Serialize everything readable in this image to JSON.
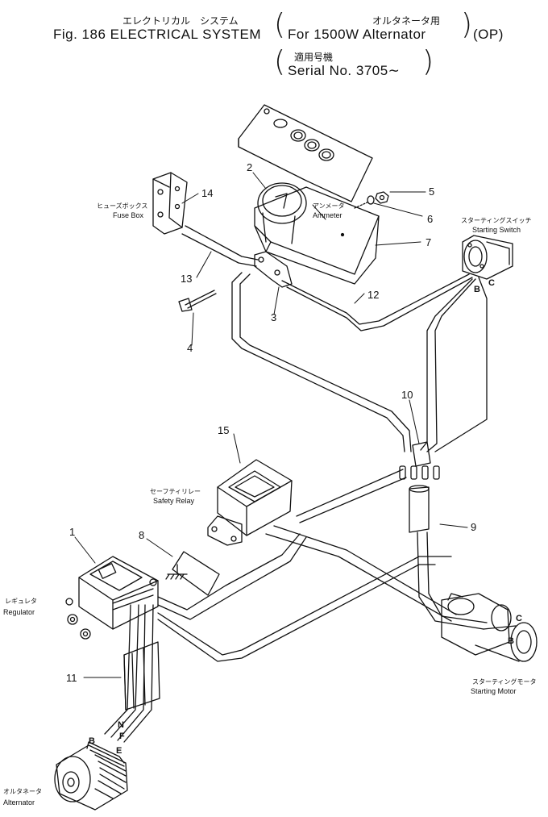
{
  "header": {
    "jp_title": "エレクトリカル　システム",
    "title": "Fig. 186 ELECTRICAL SYSTEM",
    "jp_option": "オルタネータ用",
    "option": "For 1500W Alternator",
    "op": "(OP)",
    "jp_serial": "適用号機",
    "serial": "Serial No. 3705∼"
  },
  "parts": {
    "p1": "1",
    "p2": "2",
    "p3": "3",
    "p4": "4",
    "p5": "5",
    "p6": "6",
    "p7": "7",
    "p8": "8",
    "p9": "9",
    "p10": "10",
    "p11": "11",
    "p12": "12",
    "p13": "13",
    "p14": "14",
    "p15": "15"
  },
  "labels": {
    "fuse_box_jp": "ヒューズボックス",
    "fuse_box": "Fuse Box",
    "ammeter_jp": "アンメータ",
    "ammeter": "Ammeter",
    "starting_switch_jp": "スターティングスイッチ",
    "starting_switch": "Starting Switch",
    "safety_relay_jp": "セーフティリレー",
    "safety_relay": "Safety Relay",
    "regulator_jp": "レギュレタ",
    "regulator": "Regulator",
    "starting_motor_jp": "スターティングモータ",
    "starting_motor": "Starting Motor",
    "alternator_jp": "オルタネータ",
    "alternator": "Alternator"
  },
  "terminals": {
    "switch_b": "B",
    "switch_c": "C",
    "motor_c": "C",
    "motor_b": "B",
    "alt_b": "B",
    "alt_n": "N",
    "alt_f": "F",
    "alt_e": "E"
  }
}
